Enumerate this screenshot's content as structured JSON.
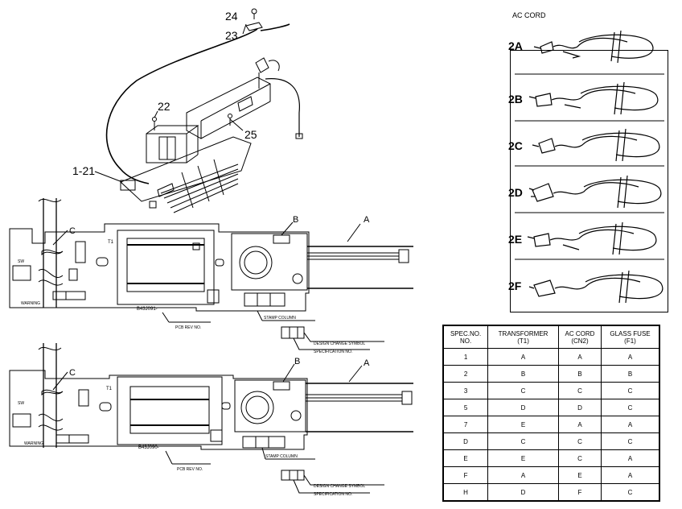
{
  "parts": {
    "p24": "24",
    "p23": "23",
    "p22": "22",
    "p25": "25",
    "p121": "1-21"
  },
  "board_labels": {
    "a": "A",
    "b": "B",
    "c": "C",
    "t1": "T1",
    "sw": "SW",
    "warning": "WARNING",
    "pcb_code_1": "B43J091-",
    "pcb_code_2": "B43J090-"
  },
  "callouts": {
    "pcb_rev": "PCB REV NO.",
    "stamp": "STAMP COLUMN",
    "design_change": "DESIGN CHANGE SYMBOL",
    "spec_no": "SPECIFICATION NO."
  },
  "ac_cord": {
    "title": "AC CORD",
    "items": [
      "2A",
      "2B",
      "2C",
      "2D",
      "2E",
      "2F"
    ]
  },
  "spec_table": {
    "headers": [
      [
        "SPEC.NO.",
        "NO."
      ],
      [
        "TRANSFORMER",
        "(T1)"
      ],
      [
        "AC CORD",
        "(CN2)"
      ],
      [
        "GLASS FUSE",
        "(F1)"
      ]
    ],
    "rows": [
      [
        "1",
        "A",
        "A",
        "A"
      ],
      [
        "2",
        "B",
        "B",
        "B"
      ],
      [
        "3",
        "C",
        "C",
        "C"
      ],
      [
        "5",
        "D",
        "D",
        "C"
      ],
      [
        "7",
        "E",
        "A",
        "A"
      ],
      [
        "D",
        "C",
        "C",
        "C"
      ],
      [
        "E",
        "E",
        "C",
        "A"
      ],
      [
        "F",
        "A",
        "E",
        "A"
      ],
      [
        "H",
        "D",
        "F",
        "C"
      ]
    ]
  }
}
